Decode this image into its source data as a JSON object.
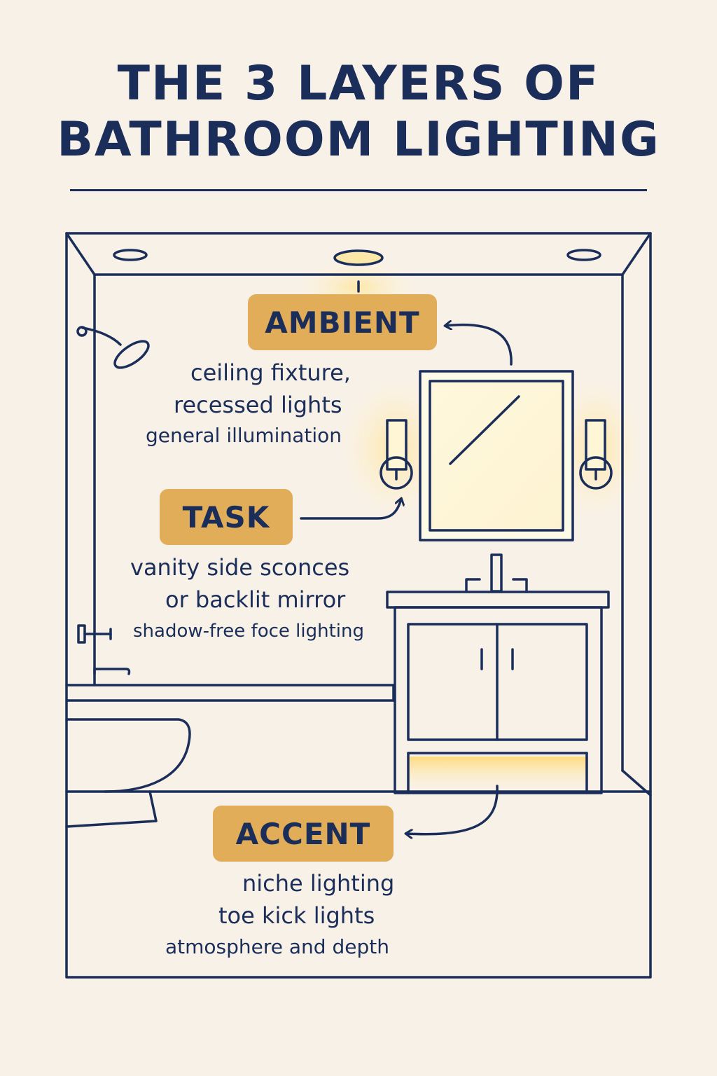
{
  "title": {
    "line1": "THE 3 LAYERS OF",
    "line2": "BATHROOM LIGHTING"
  },
  "layers": {
    "ambient": {
      "label": "AMBIENT",
      "lines": [
        "ceiling fixture,",
        "recessed lights",
        "general illumination"
      ]
    },
    "task": {
      "label": "TASK",
      "lines": [
        "vanity side sconces",
        "or backlit mirror",
        "shadow-free foce lighting"
      ]
    },
    "accent": {
      "label": "ACCENT",
      "lines": [
        "niche lighting",
        "toe kick lights",
        "atmosphere and depth"
      ]
    }
  },
  "colors": {
    "background": "#f8f1e8",
    "ink": "#1b2e5a",
    "badge": "#e1ad58",
    "glow": "#ffe9a8"
  }
}
